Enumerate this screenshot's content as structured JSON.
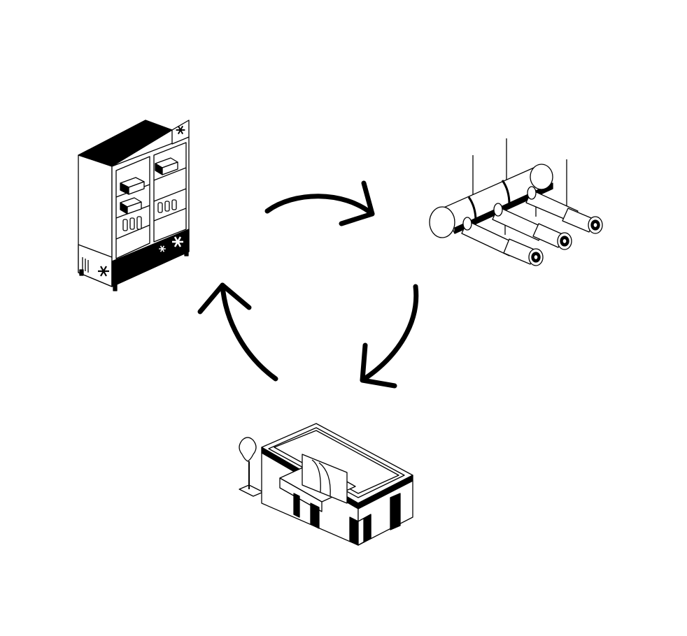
{
  "colors": {
    "ink": "#000000",
    "paper": "#ffffff"
  },
  "nodes": [
    {
      "id": "refrigerated-display-cabinet",
      "icon": "fridge-cabinet-icon"
    },
    {
      "id": "insulated-pipework",
      "icon": "pipes-icon"
    },
    {
      "id": "retail-store",
      "icon": "store-building-icon"
    }
  ],
  "cycle": [
    {
      "from": "refrigerated-display-cabinet",
      "to": "insulated-pipework"
    },
    {
      "from": "insulated-pipework",
      "to": "retail-store"
    },
    {
      "from": "retail-store",
      "to": "refrigerated-display-cabinet"
    }
  ]
}
